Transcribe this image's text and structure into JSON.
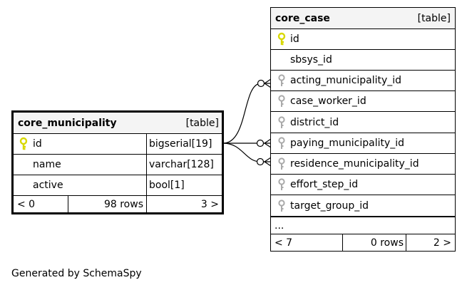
{
  "footer": "Generated by SchemaSpy",
  "core_municipality": {
    "name": "core_municipality",
    "kind": "[table]",
    "columns": [
      {
        "name": "id",
        "type": "bigserial[19]",
        "key": "primary"
      },
      {
        "name": "name",
        "type": "varchar[128]",
        "key": "none"
      },
      {
        "name": "active",
        "type": "bool[1]",
        "key": "none"
      }
    ],
    "footer": {
      "left": "< 0",
      "middle": "98 rows",
      "right": "3 >"
    }
  },
  "core_case": {
    "name": "core_case",
    "kind": "[table]",
    "columns": [
      {
        "name": "id",
        "key": "primary"
      },
      {
        "name": "sbsys_id",
        "key": "none"
      },
      {
        "name": "acting_municipality_id",
        "key": "foreign"
      },
      {
        "name": "case_worker_id",
        "key": "foreign"
      },
      {
        "name": "district_id",
        "key": "foreign"
      },
      {
        "name": "paying_municipality_id",
        "key": "foreign"
      },
      {
        "name": "residence_municipality_id",
        "key": "foreign"
      },
      {
        "name": "effort_step_id",
        "key": "foreign"
      },
      {
        "name": "target_group_id",
        "key": "foreign"
      }
    ],
    "ellipsis": "...",
    "footer": {
      "left": "< 7",
      "middle": "0 rows",
      "right": "2 >"
    }
  },
  "relationships": [
    {
      "from": "core_municipality.id",
      "to": "core_case.acting_municipality_id",
      "cardinality": "zero-or-many"
    },
    {
      "from": "core_municipality.id",
      "to": "core_case.paying_municipality_id",
      "cardinality": "zero-or-many"
    },
    {
      "from": "core_municipality.id",
      "to": "core_case.residence_municipality_id",
      "cardinality": "zero-or-many"
    }
  ],
  "colors": {
    "header_bg": "#f4f4f4",
    "primary_key": "#d8d800",
    "foreign_key": "#aaaaaa",
    "line": "#000000"
  }
}
